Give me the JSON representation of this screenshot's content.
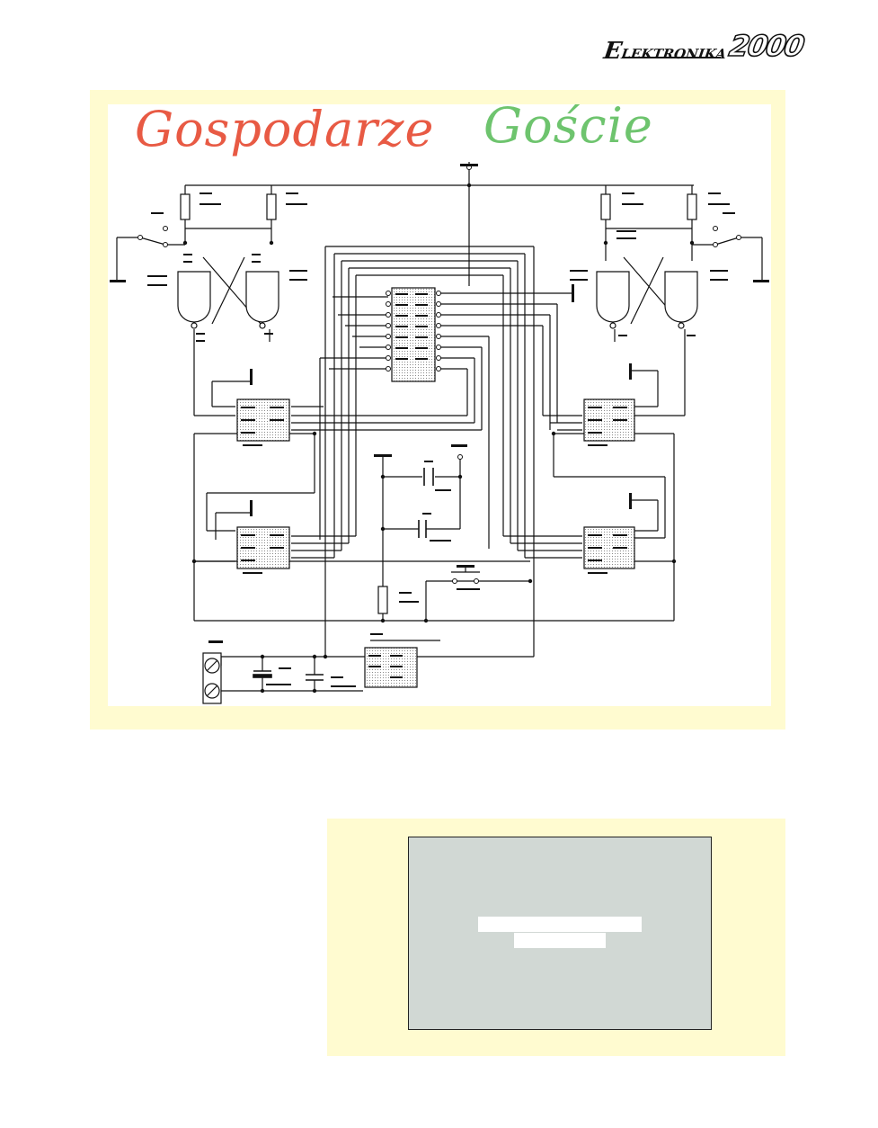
{
  "header": {
    "logo_word": "ELEKTRONIKA",
    "logo_year": "2000"
  },
  "schematic": {
    "label_home": "Gospodarze",
    "label_guest": "Goście"
  },
  "colors": {
    "panel_background": "#fffbd0",
    "home_label": "#e85a44",
    "guest_label": "#6ec46e",
    "ic_fill": "#d8e0dc",
    "photo_placeholder": "#d1d8d4"
  }
}
